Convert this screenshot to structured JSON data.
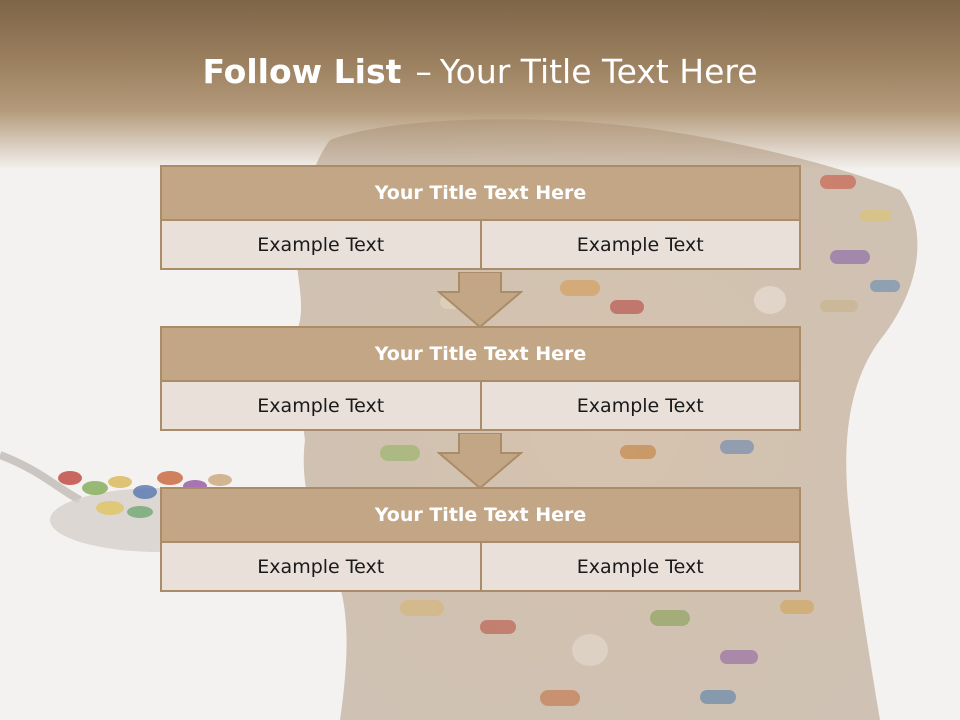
{
  "slide": {
    "title_bold": "Follow List",
    "title_dash": "–",
    "title_rest": "Your Title Text Here"
  },
  "steps": [
    {
      "title": "Your Title Text Here",
      "left": "Example Text",
      "right": "Example Text"
    },
    {
      "title": "Your Title Text Here",
      "left": "Example Text",
      "right": "Example Text"
    },
    {
      "title": "Your Title Text Here",
      "left": "Example Text",
      "right": "Example Text"
    }
  ],
  "colors": {
    "header": "#8c7253",
    "box_title": "#c2a685",
    "box_border": "#ab8c68",
    "box_cell": "#e8e0d9",
    "arrow": "#c2a685"
  }
}
